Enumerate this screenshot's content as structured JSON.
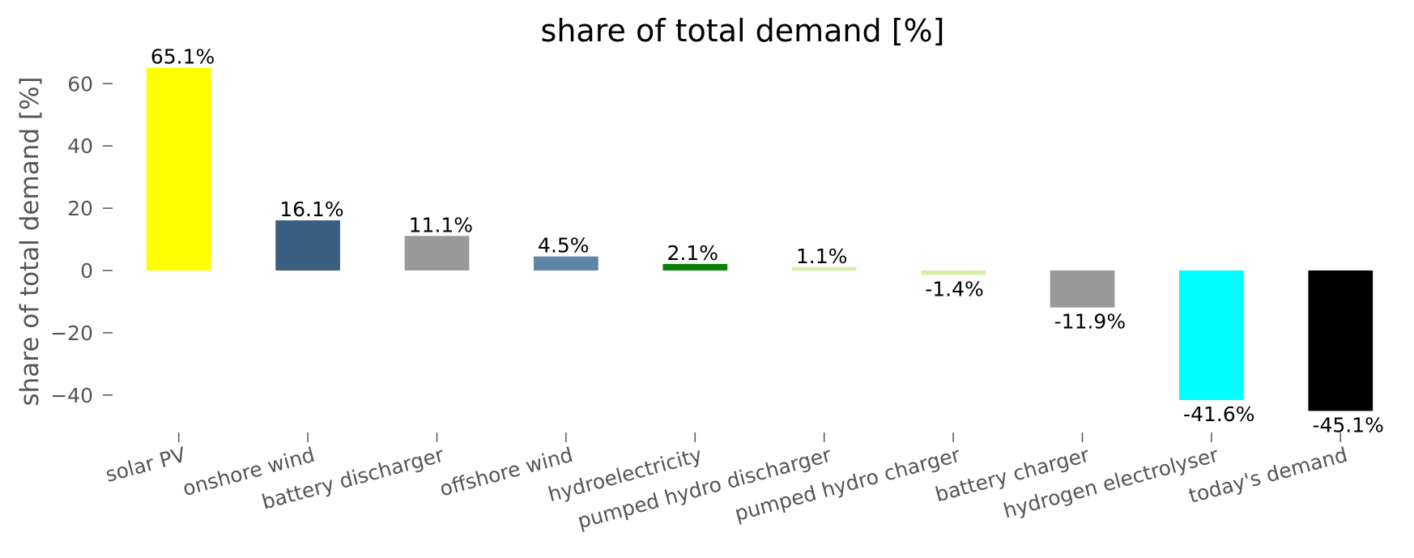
{
  "chart_data": {
    "type": "bar",
    "title": "share of total demand [%]",
    "xlabel": "",
    "ylabel": "share of total demand [%]",
    "ylim": [
      -51.5,
      71
    ],
    "yticks": [
      -40,
      -20,
      0,
      20,
      40,
      60
    ],
    "ytick_labels": [
      "−40",
      "−20",
      "0",
      "20",
      "40",
      "60"
    ],
    "grid": false,
    "categories": [
      "solar PV",
      "onshore wind",
      "battery discharger",
      "offshore wind",
      "hydroelectricity",
      "pumped hydro discharger",
      "pumped hydro charger",
      "battery charger",
      "hydrogen electrolyser",
      "today's demand"
    ],
    "values": [
      65.1,
      16.1,
      11.1,
      4.5,
      2.1,
      1.1,
      -1.4,
      -11.9,
      -41.6,
      -45.1
    ],
    "labels": [
      "65.1%",
      "16.1%",
      "11.1%",
      "4.5%",
      "2.1%",
      "1.1%",
      "-1.4%",
      "-11.9%",
      "-41.6%",
      "-45.1%"
    ],
    "colors": [
      "#ffff00",
      "#3b5f80",
      "#999999",
      "#5e84a6",
      "#087f07",
      "#d2f0a8",
      "#d2f0a8",
      "#999999",
      "#00ffff",
      "#000000"
    ]
  }
}
